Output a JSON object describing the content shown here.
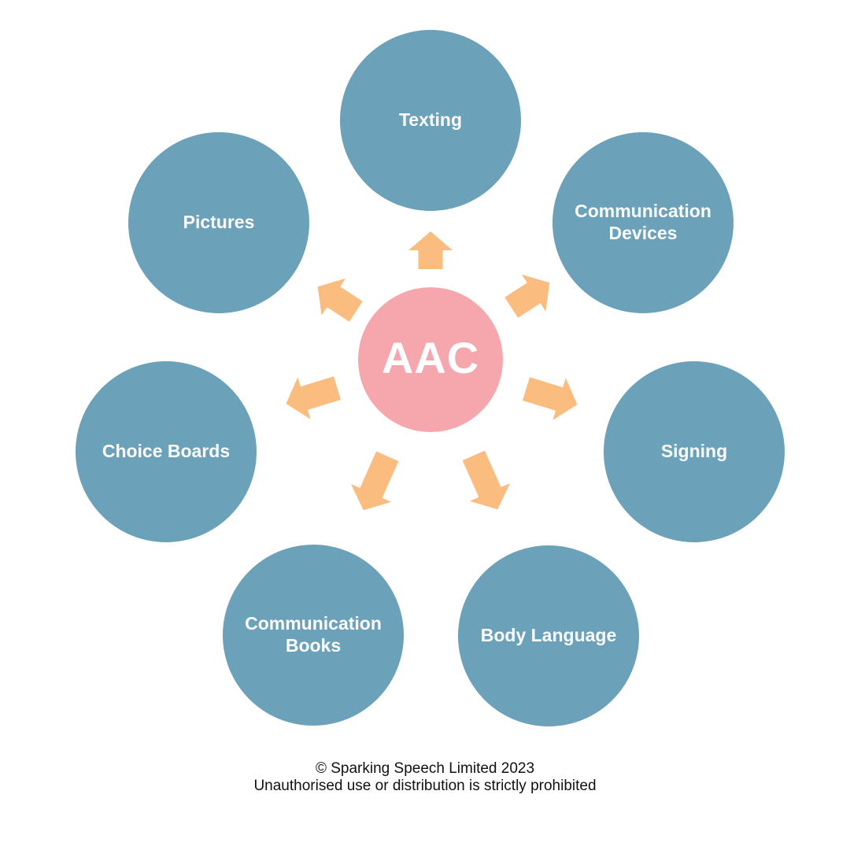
{
  "diagram": {
    "center": {
      "label": "AAC"
    },
    "nodes": [
      {
        "label": "Texting"
      },
      {
        "label": "Communication Devices"
      },
      {
        "label": "Signing"
      },
      {
        "label": "Body Language"
      },
      {
        "label": "Communication Books"
      },
      {
        "label": "Choice Boards"
      },
      {
        "label": "Pictures"
      }
    ],
    "colors": {
      "node_fill": "#6CA1BA",
      "center_fill": "#F5A7AD",
      "arrow_fill": "#FABD7F",
      "label_text": "#FFFFFF"
    }
  },
  "footer": {
    "line1": "© Sparking Speech Limited 2023",
    "line2": "Unauthorised use or distribution is strictly prohibited"
  }
}
